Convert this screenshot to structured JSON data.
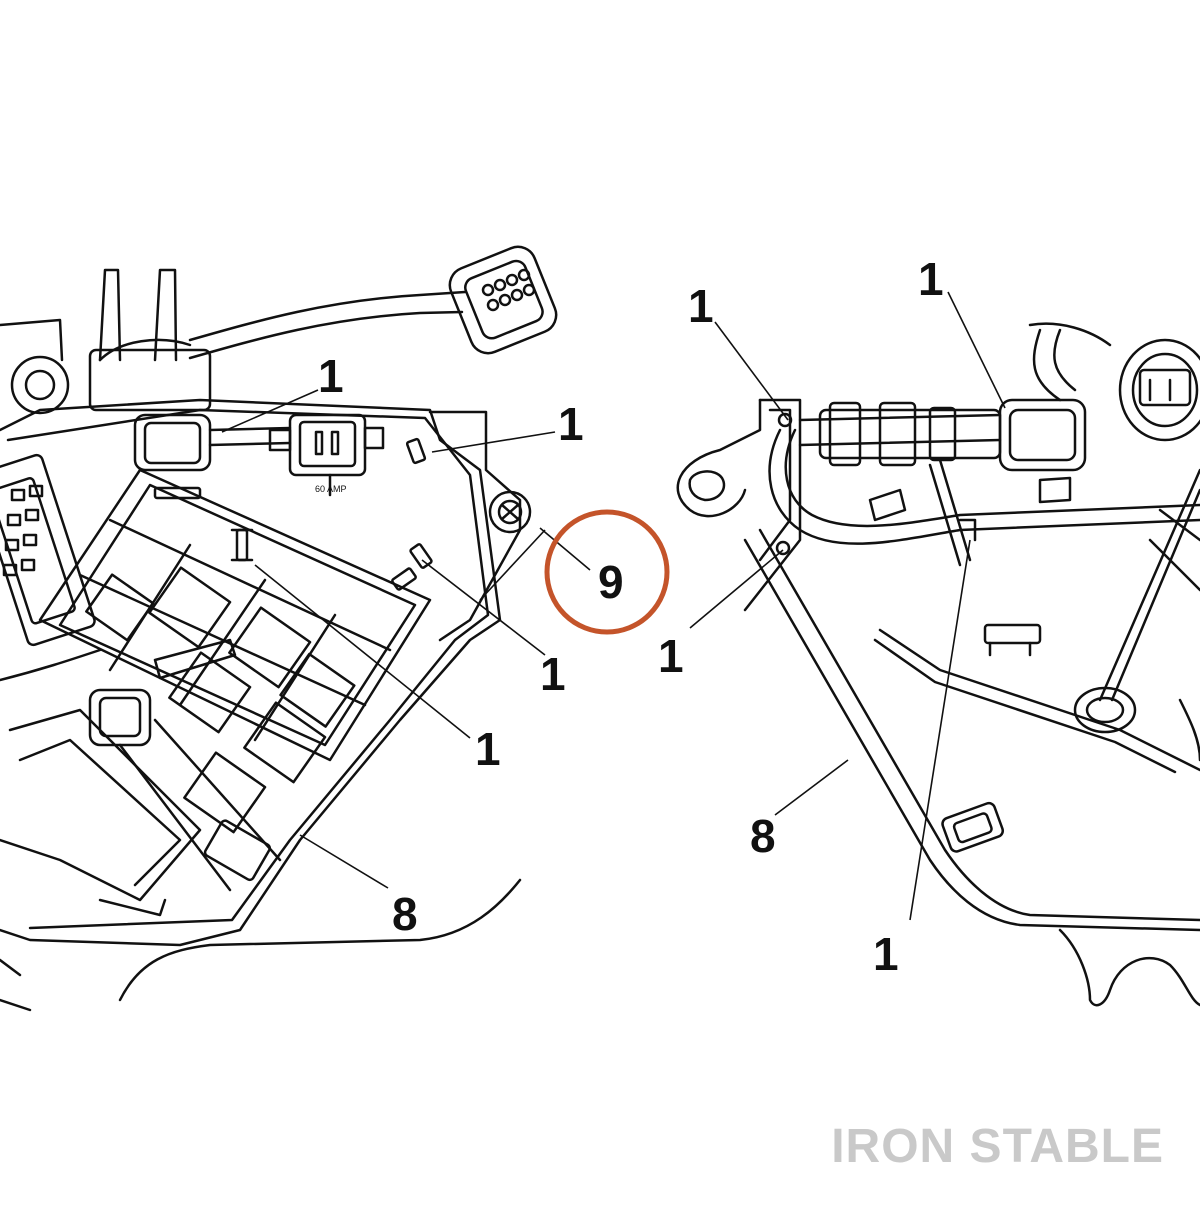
{
  "colors": {
    "line": "#111111",
    "highlight_circle": "#c4542a",
    "watermark": "#c9c9c9"
  },
  "callouts": {
    "left_a": "1",
    "left_b": "1",
    "left_c": "1",
    "left_d": "1",
    "left_8": "8",
    "highlight_9": "9",
    "right_a": "1",
    "right_b": "1",
    "right_c": "1",
    "right_d": "1",
    "right_8": "8"
  },
  "labels": {
    "fuse_rating": "60 AMP"
  },
  "watermark": "IRON STABLE"
}
